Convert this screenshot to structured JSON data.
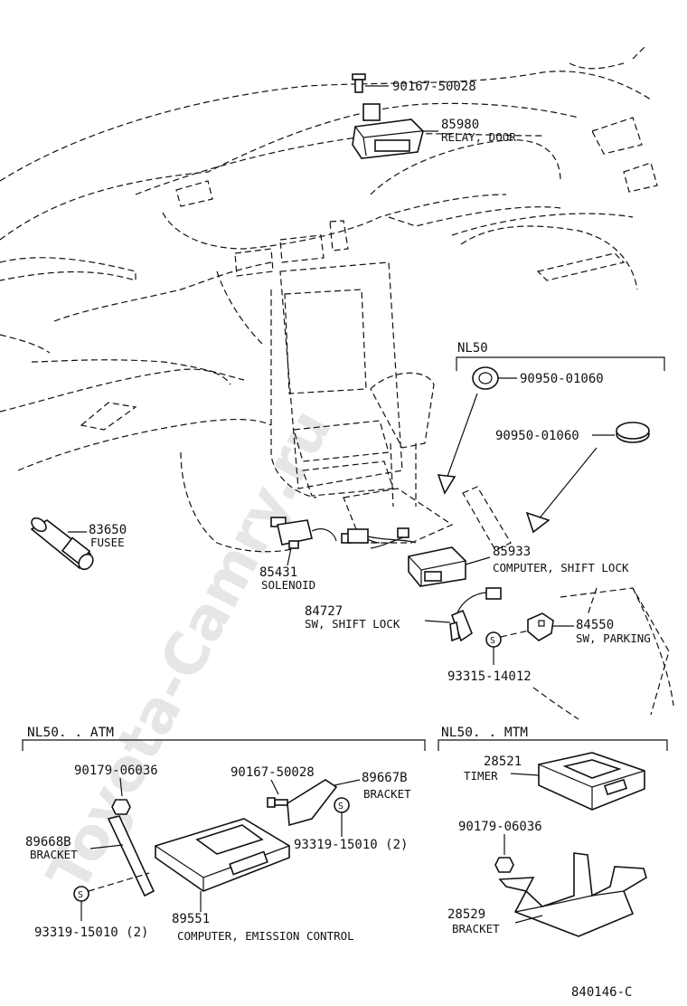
{
  "watermark": "Toyota-Camry.ru",
  "diagram_code": "840146-C",
  "sections": {
    "nl50": "NL50",
    "nl50_atm": "NL50. . ATM",
    "nl50_mtm": "NL50. . MTM"
  },
  "parts": {
    "p90167_top": {
      "number": "90167-50028"
    },
    "p85980": {
      "number": "85980",
      "name": "RELAY, DOOR"
    },
    "p90950_a": {
      "number": "90950-01060"
    },
    "p90950_b": {
      "number": "90950-01060"
    },
    "p83650": {
      "number": "83650",
      "name": "FUSEE"
    },
    "p85933": {
      "number": "85933",
      "name": "COMPUTER, SHIFT LOCK"
    },
    "p85431": {
      "number": "85431",
      "name": "SOLENOID"
    },
    "p84727": {
      "number": "84727",
      "name": "SW, SHIFT LOCK"
    },
    "p84550": {
      "number": "84550",
      "name": "SW, PARKING"
    },
    "p93315": {
      "number": "93315-14012"
    },
    "p90179_atm": {
      "number": "90179-06036"
    },
    "p90167_atm": {
      "number": "90167-50028"
    },
    "p89667B": {
      "number": "89667B",
      "name": "BRACKET"
    },
    "p89668B": {
      "number": "89668B",
      "name": "BRACKET"
    },
    "p93319_right": {
      "number": "93319-15010 (2)"
    },
    "p93319_left": {
      "number": "93319-15010 (2)"
    },
    "p89551": {
      "number": "89551",
      "name": "COMPUTER, EMISSION CONTROL"
    },
    "p28521": {
      "number": "28521",
      "name": "TIMER"
    },
    "p90179_mtm": {
      "number": "90179-06036"
    },
    "p28529": {
      "number": "28529",
      "name": "BRACKET"
    }
  }
}
